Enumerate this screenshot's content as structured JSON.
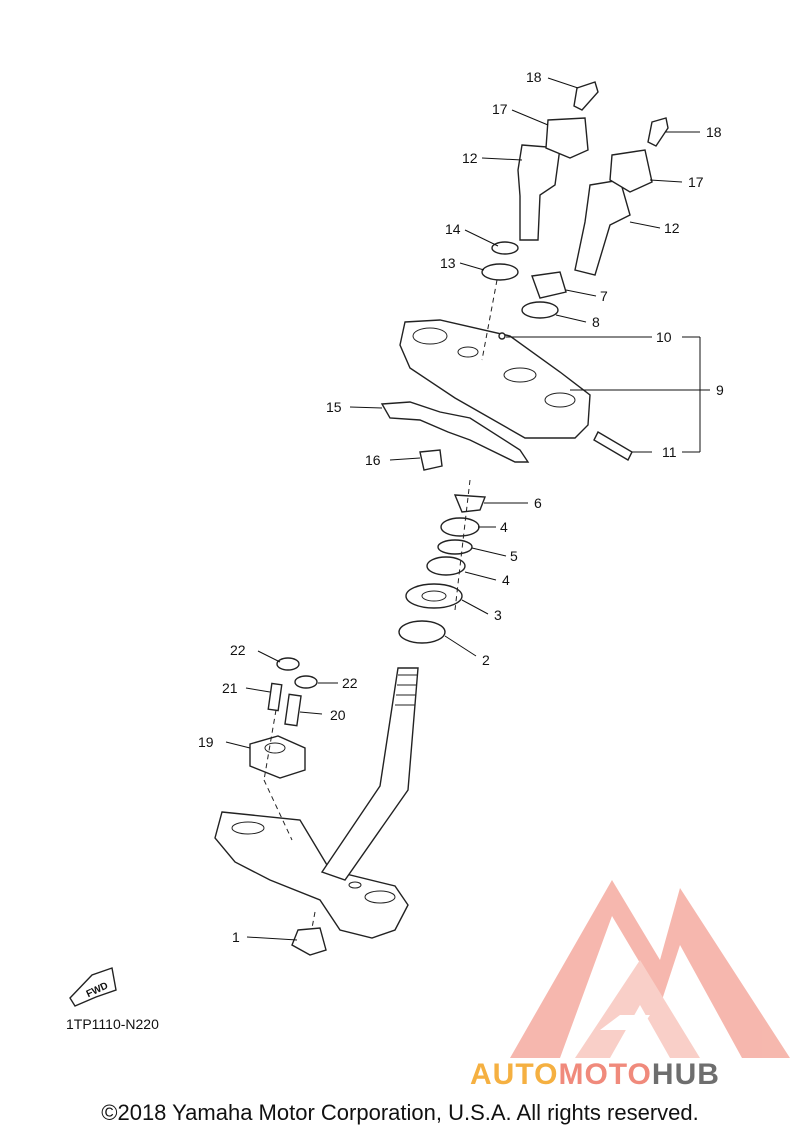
{
  "diagram": {
    "code": "1TP1110-N220",
    "fwd_label": "FWD",
    "copyright": "©2018 Yamaha Motor Corporation, U.S.A. All rights reserved.",
    "part_labels": [
      "1",
      "2",
      "3",
      "4",
      "4",
      "5",
      "6",
      "7",
      "8",
      "9",
      "10",
      "11",
      "12",
      "12",
      "13",
      "14",
      "15",
      "16",
      "17",
      "17",
      "18",
      "18",
      "19",
      "20",
      "21",
      "22",
      "22"
    ]
  },
  "watermark": {
    "text_part1": "AUTO",
    "text_part2": "MOTO",
    "text_part3": "HUB",
    "colors": {
      "orange": "#f5b041",
      "red": "#f08a7c",
      "gray": "#6e6e6e"
    }
  }
}
